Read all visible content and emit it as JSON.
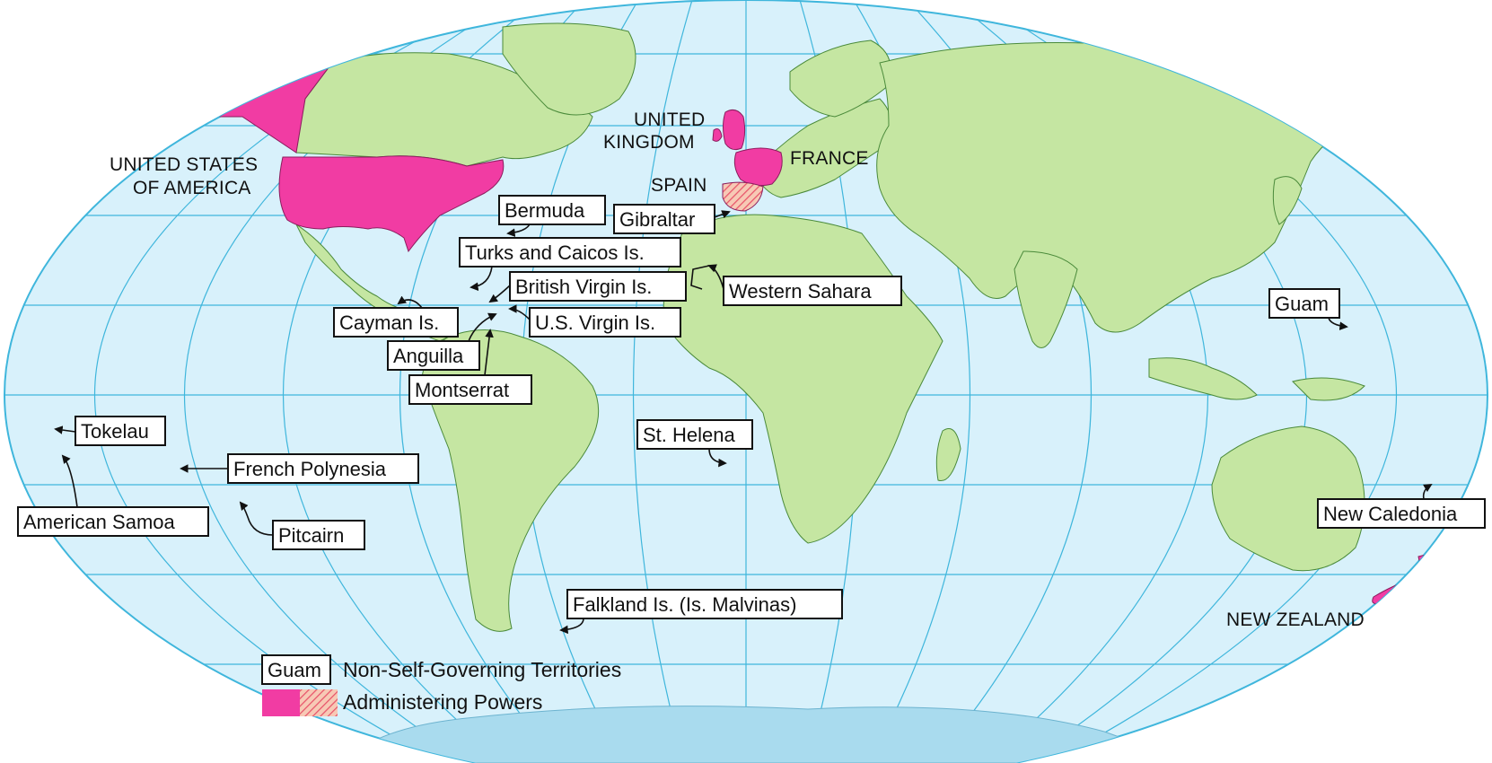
{
  "colors": {
    "ocean": "#d8f1fb",
    "graticule": "#3fb6dc",
    "land": "#c5e6a2",
    "administering_power": "#f13ca3",
    "hatch": "#f4b6a0",
    "antarctica": "#a9dbee"
  },
  "administering_powers": [
    {
      "id": "usa",
      "label_lines": [
        "UNITED STATES",
        "OF AMERICA"
      ]
    },
    {
      "id": "uk",
      "label_lines": [
        "UNITED",
        "KINGDOM"
      ]
    },
    {
      "id": "france",
      "label_lines": [
        "FRANCE"
      ]
    },
    {
      "id": "spain",
      "label_lines": [
        "SPAIN"
      ]
    },
    {
      "id": "nz",
      "label_lines": [
        "NEW ZEALAND"
      ]
    }
  ],
  "territories": [
    {
      "id": "bermuda",
      "label": "Bermuda"
    },
    {
      "id": "gibraltar",
      "label": "Gibraltar"
    },
    {
      "id": "turks",
      "label": "Turks and Caicos Is."
    },
    {
      "id": "bvi",
      "label": "British Virgin Is."
    },
    {
      "id": "western-sahara",
      "label": "Western Sahara"
    },
    {
      "id": "cayman",
      "label": "Cayman Is."
    },
    {
      "id": "usvi",
      "label": "U.S. Virgin Is."
    },
    {
      "id": "anguilla",
      "label": "Anguilla"
    },
    {
      "id": "montserrat",
      "label": "Montserrat"
    },
    {
      "id": "guam",
      "label": "Guam"
    },
    {
      "id": "tokelau",
      "label": "Tokelau"
    },
    {
      "id": "st-helena",
      "label": "St. Helena"
    },
    {
      "id": "french-polynesia",
      "label": "French Polynesia"
    },
    {
      "id": "american-samoa",
      "label": "American Samoa"
    },
    {
      "id": "pitcairn",
      "label": "Pitcairn"
    },
    {
      "id": "new-caledonia",
      "label": "New Caledonia"
    },
    {
      "id": "falklands",
      "label": "Falkland Is. (Is. Malvinas)"
    }
  ],
  "legend": {
    "sample_box_label": "Guam",
    "territories_text": "Non-Self-Governing Territories",
    "powers_text": "Administering Powers"
  }
}
